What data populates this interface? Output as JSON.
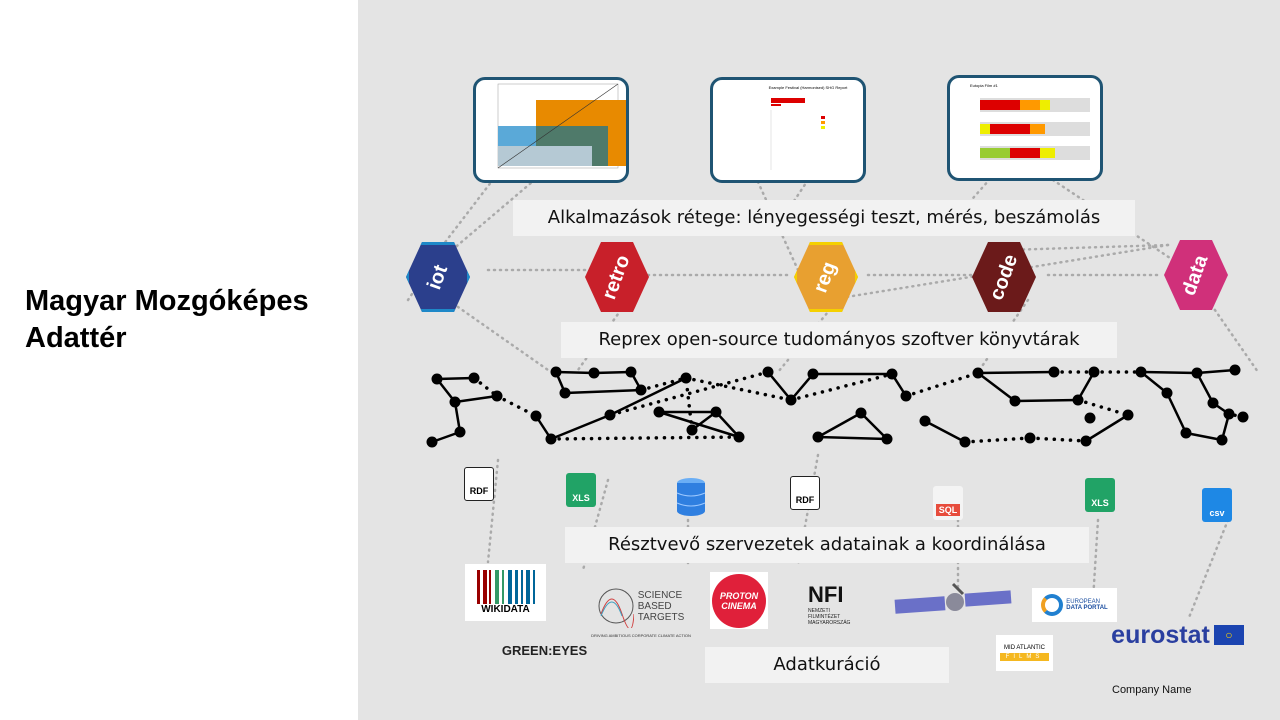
{
  "slide_title": "Magyar Mozgóképes Adattér",
  "layers": {
    "applications": "Alkalmazások rétege: lényegességi teszt, mérés, beszámolás",
    "reprex": "Reprex open-source tudományos szoftver könyvtárak",
    "coordination": "Résztvevő szervezetek adatainak a koordinálása",
    "curation": "Adatkuráció"
  },
  "screenshots": [
    {
      "name": "chart-thumbnail-1"
    },
    {
      "name": "chart-thumbnail-2",
      "title": "Example Festival (Harmonised) SHG Report"
    },
    {
      "name": "chart-thumbnail-3",
      "title": "Eutopia Film #1"
    }
  ],
  "packages": [
    {
      "label": "iot",
      "color": "#2b3f8c",
      "border": "#1e88c8"
    },
    {
      "label": "retro",
      "color": "#c8202a",
      "border": "#e8892a"
    },
    {
      "label": "reg",
      "color": "#e8a030",
      "border": "#f5d000"
    },
    {
      "label": "code",
      "color": "#6b1a1a",
      "border": "#e08020"
    },
    {
      "label": "data",
      "color": "#d0307a",
      "border": "#d0307a"
    }
  ],
  "files": [
    {
      "label": "RDF",
      "color": "#ffffff"
    },
    {
      "label": "XLS",
      "color": "#21a366"
    },
    {
      "label": "DB",
      "color": "#2f7fe0"
    },
    {
      "label": "RDF",
      "color": "#ffffff"
    },
    {
      "label": "SQL",
      "color": "#e74c3c"
    },
    {
      "label": "XLS",
      "color": "#21a366"
    },
    {
      "label": "csv",
      "color": "#1e88e5"
    }
  ],
  "logos": {
    "wikidata": "WIKIDATA",
    "sbt": [
      "SCIENCE",
      "BASED",
      "TARGETS"
    ],
    "sbt_tagline": "DRIVING AMBITIOUS CORPORATE CLIMATE ACTION",
    "proton": [
      "PROTON",
      "CINEMA"
    ],
    "nfi": "NFI",
    "nfi_sub": [
      "NEMZETI",
      "FILMINTÉZET",
      "MAGYARORSZÁG"
    ],
    "edp": [
      "EUROPEAN",
      "DATA PORTAL"
    ],
    "greeneyes": "GREEN:EYES",
    "midatlantic": [
      "MID ATLANTIC",
      "FILMS"
    ],
    "eurostat": "eurostat"
  },
  "footer": "Company Name"
}
